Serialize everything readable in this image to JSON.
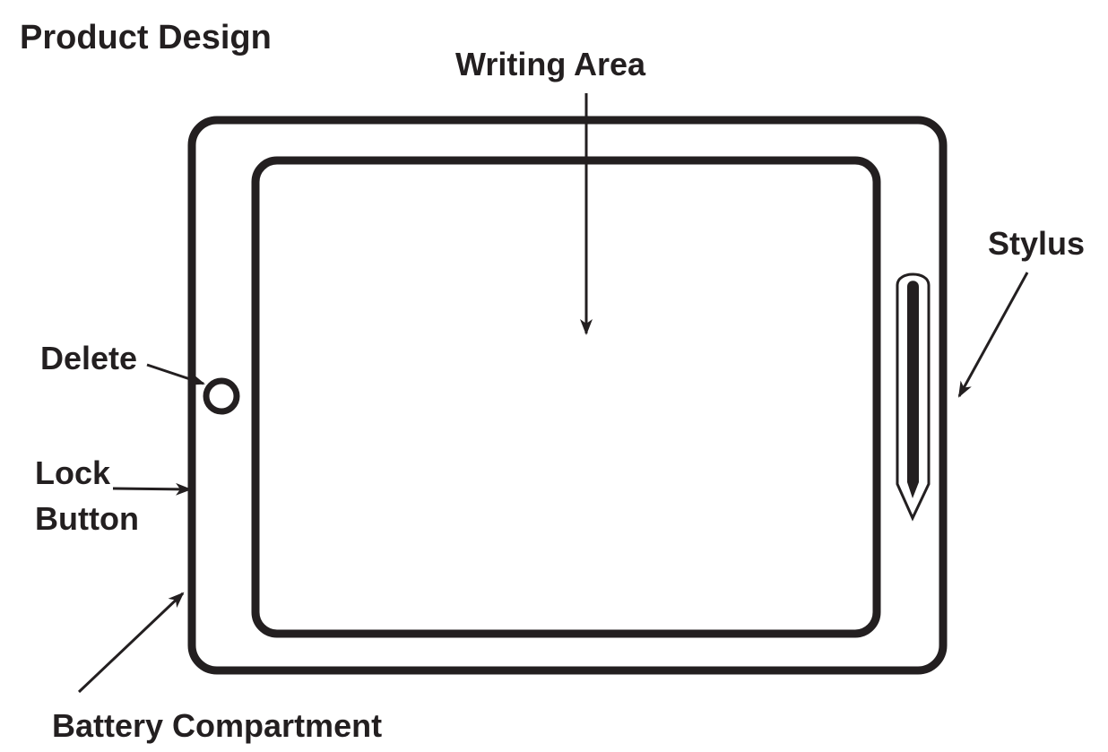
{
  "title": "Product Design",
  "labels": {
    "writing_area": "Writing Area",
    "stylus": "Stylus",
    "delete": "Delete",
    "lock_button_line1": "Lock",
    "lock_button_line2": "Button",
    "battery_compartment": "Battery Compartment"
  },
  "colors": {
    "ink": "#231f20",
    "background": "#ffffff"
  }
}
